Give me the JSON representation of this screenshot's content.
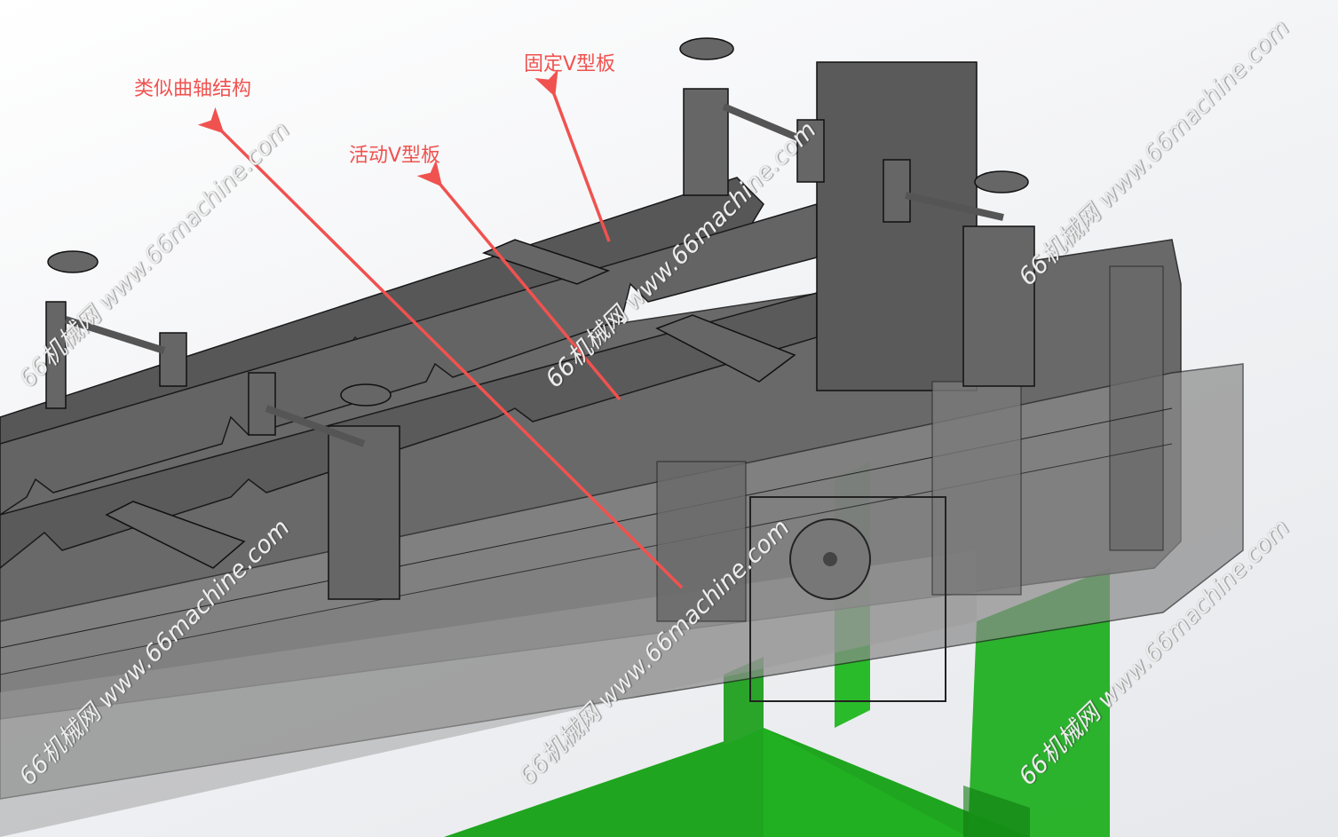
{
  "annotations": [
    {
      "id": "crank",
      "text": "类似曲轴结构"
    },
    {
      "id": "moving-v",
      "text": "活动V型板"
    },
    {
      "id": "fixed-v",
      "text": "固定V型板"
    }
  ],
  "watermark": "66机械网 www.66machine.com",
  "colors": {
    "annotation": "#f0524f",
    "frame_green": "#1fae1f",
    "body_gray": "#5f5f5f"
  }
}
